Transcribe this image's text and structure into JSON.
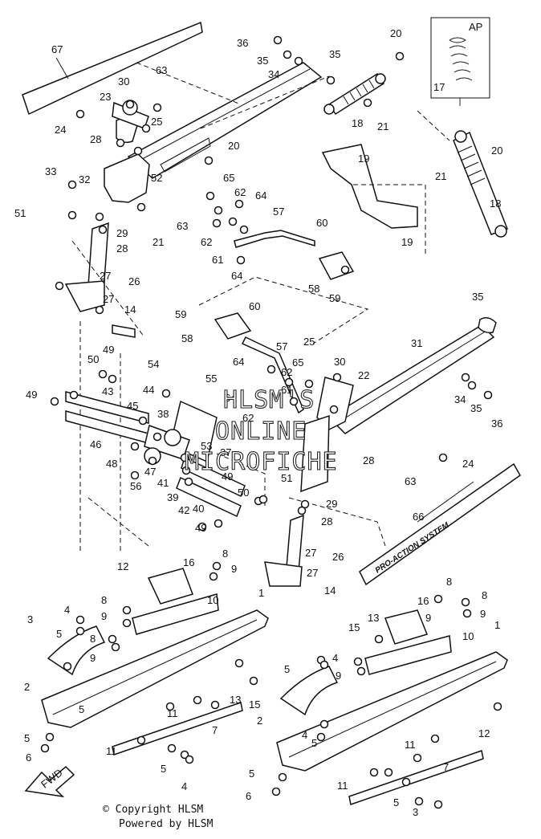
{
  "inset_label": "AP",
  "ski_decal_text": "PRO-ACTION SYSTEM",
  "fwd_label": "FWD",
  "watermark": [
    "HLSM'S",
    "ONLINE",
    "MICROFICHE"
  ],
  "footer": [
    "© Copyright HLSM",
    "Powered by HLSM"
  ],
  "callouts": [
    {
      "id": "c67",
      "text": "67"
    },
    {
      "id": "c36a",
      "text": "36"
    },
    {
      "id": "c35a",
      "text": "35"
    },
    {
      "id": "c35b",
      "text": "35"
    },
    {
      "id": "c34a",
      "text": "34"
    },
    {
      "id": "c20a",
      "text": "20"
    },
    {
      "id": "c17",
      "text": "17"
    },
    {
      "id": "c30a",
      "text": "30"
    },
    {
      "id": "c63a",
      "text": "63"
    },
    {
      "id": "c23",
      "text": "23"
    },
    {
      "id": "c25a",
      "text": "25"
    },
    {
      "id": "c24a",
      "text": "24"
    },
    {
      "id": "c18a",
      "text": "18"
    },
    {
      "id": "c21a",
      "text": "21"
    },
    {
      "id": "c28a",
      "text": "28"
    },
    {
      "id": "c20b",
      "text": "20"
    },
    {
      "id": "c19a",
      "text": "19"
    },
    {
      "id": "c21b",
      "text": "21"
    },
    {
      "id": "c20c",
      "text": "20"
    },
    {
      "id": "c33",
      "text": "33"
    },
    {
      "id": "c32",
      "text": "32"
    },
    {
      "id": "c52",
      "text": "52"
    },
    {
      "id": "c65a",
      "text": "65"
    },
    {
      "id": "c62a",
      "text": "62"
    },
    {
      "id": "c64a",
      "text": "64"
    },
    {
      "id": "c51a",
      "text": "51"
    },
    {
      "id": "c63b",
      "text": "63"
    },
    {
      "id": "c29a",
      "text": "29"
    },
    {
      "id": "c21c",
      "text": "21"
    },
    {
      "id": "c57a",
      "text": "57"
    },
    {
      "id": "c60a",
      "text": "60"
    },
    {
      "id": "c18b",
      "text": "18"
    },
    {
      "id": "c62b",
      "text": "62"
    },
    {
      "id": "c28b",
      "text": "28"
    },
    {
      "id": "c61a",
      "text": "61"
    },
    {
      "id": "c19b",
      "text": "19"
    },
    {
      "id": "c27a",
      "text": "27"
    },
    {
      "id": "c26a",
      "text": "26"
    },
    {
      "id": "c64b",
      "text": "64"
    },
    {
      "id": "c58a",
      "text": "58"
    },
    {
      "id": "c59a",
      "text": "59"
    },
    {
      "id": "c27b",
      "text": "27"
    },
    {
      "id": "c35c",
      "text": "35"
    },
    {
      "id": "c14a",
      "text": "14"
    },
    {
      "id": "c59b",
      "text": "59"
    },
    {
      "id": "c60b",
      "text": "60"
    },
    {
      "id": "c58b",
      "text": "58"
    },
    {
      "id": "c31",
      "text": "31"
    },
    {
      "id": "c57b",
      "text": "57"
    },
    {
      "id": "c49a",
      "text": "49"
    },
    {
      "id": "c50a",
      "text": "50"
    },
    {
      "id": "c64c",
      "text": "64"
    },
    {
      "id": "c25b",
      "text": "25"
    },
    {
      "id": "c30b",
      "text": "30"
    },
    {
      "id": "c54",
      "text": "54"
    },
    {
      "id": "c22",
      "text": "22"
    },
    {
      "id": "c62c",
      "text": "62"
    },
    {
      "id": "c65b",
      "text": "65"
    },
    {
      "id": "c49b",
      "text": "49"
    },
    {
      "id": "c43",
      "text": "43"
    },
    {
      "id": "c44",
      "text": "44"
    },
    {
      "id": "c55",
      "text": "55"
    },
    {
      "id": "c64d",
      "text": "64"
    },
    {
      "id": "c61b",
      "text": "61"
    },
    {
      "id": "c34b",
      "text": "34"
    },
    {
      "id": "c35d",
      "text": "35"
    },
    {
      "id": "c36b",
      "text": "36"
    },
    {
      "id": "c45",
      "text": "45"
    },
    {
      "id": "c38",
      "text": "38"
    },
    {
      "id": "c62d",
      "text": "62"
    },
    {
      "id": "c46",
      "text": "46"
    },
    {
      "id": "c53",
      "text": "53"
    },
    {
      "id": "c37",
      "text": "37"
    },
    {
      "id": "c51b",
      "text": "51"
    },
    {
      "id": "c28c",
      "text": "28"
    },
    {
      "id": "c24b",
      "text": "24"
    },
    {
      "id": "c48",
      "text": "48"
    },
    {
      "id": "c47",
      "text": "47"
    },
    {
      "id": "c63c",
      "text": "63"
    },
    {
      "id": "c56",
      "text": "56"
    },
    {
      "id": "c41",
      "text": "41"
    },
    {
      "id": "c49c",
      "text": "49"
    },
    {
      "id": "c39",
      "text": "39"
    },
    {
      "id": "c50b",
      "text": "50"
    },
    {
      "id": "c29b",
      "text": "29"
    },
    {
      "id": "c42",
      "text": "42"
    },
    {
      "id": "c40",
      "text": "40"
    },
    {
      "id": "c28d",
      "text": "28"
    },
    {
      "id": "c66",
      "text": "66"
    },
    {
      "id": "c49d",
      "text": "49"
    },
    {
      "id": "c27c",
      "text": "27"
    },
    {
      "id": "c26b",
      "text": "26"
    },
    {
      "id": "c8a",
      "text": "8"
    },
    {
      "id": "c27d",
      "text": "27"
    },
    {
      "id": "c12a",
      "text": "12"
    },
    {
      "id": "c16a",
      "text": "16"
    },
    {
      "id": "c9a",
      "text": "9"
    },
    {
      "id": "c1a",
      "text": "1"
    },
    {
      "id": "c10a",
      "text": "10"
    },
    {
      "id": "c14b",
      "text": "14"
    },
    {
      "id": "c8b",
      "text": "8"
    },
    {
      "id": "c8c",
      "text": "8"
    },
    {
      "id": "c4a",
      "text": "4"
    },
    {
      "id": "c9b",
      "text": "9"
    },
    {
      "id": "c9c",
      "text": "9"
    },
    {
      "id": "c3a",
      "text": "3"
    },
    {
      "id": "c5a",
      "text": "5"
    },
    {
      "id": "c16b",
      "text": "16"
    },
    {
      "id": "c15a",
      "text": "15"
    },
    {
      "id": "c13a",
      "text": "13"
    },
    {
      "id": "c9d",
      "text": "9"
    },
    {
      "id": "c8d",
      "text": "8"
    },
    {
      "id": "c1b",
      "text": "1"
    },
    {
      "id": "c8e",
      "text": "8"
    },
    {
      "id": "c10b",
      "text": "10"
    },
    {
      "id": "c9e",
      "text": "9"
    },
    {
      "id": "c9f",
      "text": "9"
    },
    {
      "id": "c2a",
      "text": "2"
    },
    {
      "id": "c5b",
      "text": "5"
    },
    {
      "id": "c4b",
      "text": "4"
    },
    {
      "id": "c13b",
      "text": "13"
    },
    {
      "id": "c15b",
      "text": "15"
    },
    {
      "id": "c11a",
      "text": "11"
    },
    {
      "id": "c2b",
      "text": "2"
    },
    {
      "id": "c7a",
      "text": "7"
    },
    {
      "id": "c5c",
      "text": "5"
    },
    {
      "id": "c4c",
      "text": "4"
    },
    {
      "id": "c5d",
      "text": "5"
    },
    {
      "id": "c12b",
      "text": "12"
    },
    {
      "id": "c6a",
      "text": "6"
    },
    {
      "id": "c11b",
      "text": "11"
    },
    {
      "id": "c11c",
      "text": "11"
    },
    {
      "id": "c5e",
      "text": "5"
    },
    {
      "id": "c4d",
      "text": "4"
    },
    {
      "id": "c7b",
      "text": "7"
    },
    {
      "id": "c5f",
      "text": "5"
    },
    {
      "id": "c11d",
      "text": "11"
    },
    {
      "id": "c6b",
      "text": "6"
    },
    {
      "id": "c5g",
      "text": "5"
    },
    {
      "id": "c3b",
      "text": "3"
    },
    {
      "id": "c5h",
      "text": "5"
    }
  ]
}
